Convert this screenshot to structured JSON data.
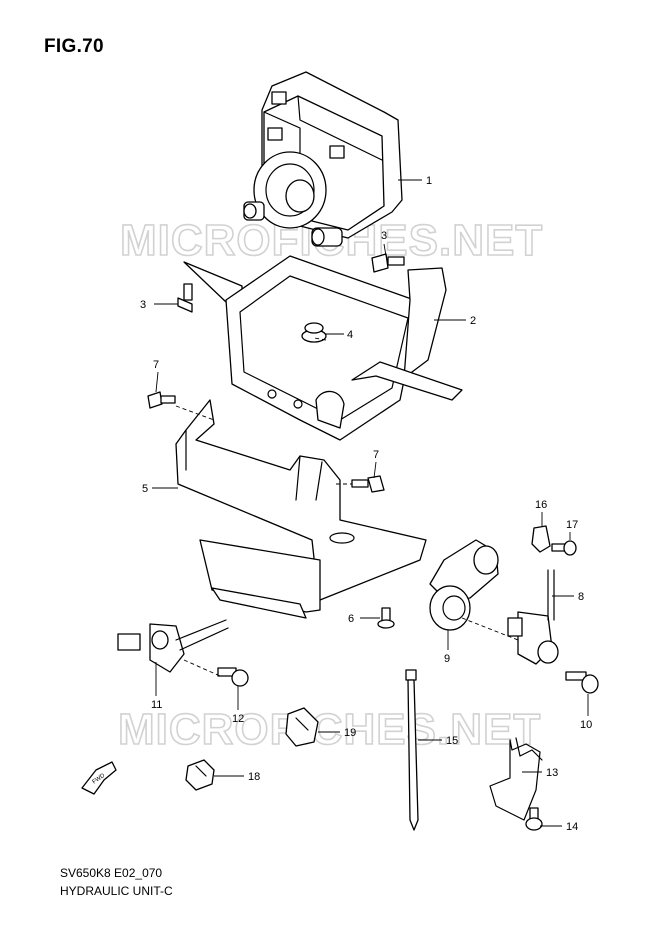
{
  "figure": {
    "title": "FIG.70",
    "footer_code": "SV650K8 E02_070",
    "footer_name": "HYDRAULIC UNIT-C",
    "watermark": "MICROFICHES.NET",
    "fwd_label": "FWD",
    "watermark_color": "#d2d2d2"
  },
  "callouts": [
    "1",
    "2",
    "3",
    "3",
    "4",
    "5",
    "6",
    "7",
    "7",
    "8",
    "9",
    "10",
    "11",
    "12",
    "13",
    "14",
    "15",
    "16",
    "17",
    "18",
    "19"
  ]
}
